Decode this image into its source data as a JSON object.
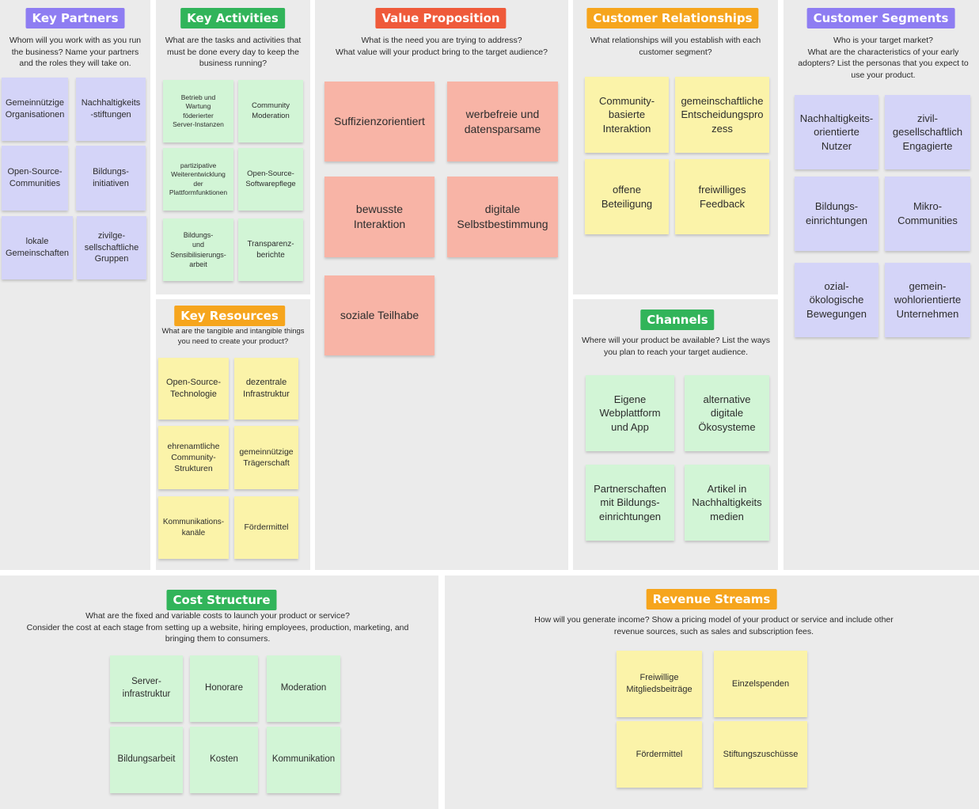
{
  "sections": {
    "key_partners": {
      "title": "Key Partners",
      "question": "Whom will you work with as you run the business? Name your partners and the roles they will take on.",
      "notes": [
        "Gemeinnützige Organisationen",
        "Nachhaltigkeits\n-stiftungen",
        "Open-Source-\nCommunities",
        "Bildungs-\ninitiativen",
        "lokale\nGemeinschaften",
        "zivilge-\nsellschaftliche\nGruppen"
      ]
    },
    "key_activities": {
      "title": "Key Activities",
      "question": "What are the tasks and activities that must be done every day to keep the business running?",
      "notes": [
        "Betrieb und\nWartung\nföderierter\nServer-Instanzen",
        "Community\nModeration",
        "partizipative\nWeiterentwicklung\nder\nPlattformfunktionen",
        "Open-Source-\nSoftwarepflege",
        "Bildungs-\nund\nSensibilisierungs-\narbeit",
        "Transparenz-\nberichte"
      ]
    },
    "key_resources": {
      "title": "Key Resources",
      "question": "What are the tangible and intangible things you need to create your product?",
      "notes": [
        "Open-Source-\nTechnologie",
        "dezentrale\nInfrastruktur",
        "ehrenamtliche\nCommunity-\nStrukturen",
        "gemeinnützige\nTrägerschaft",
        "Kommunikations-\nkanäle",
        "Fördermittel"
      ]
    },
    "value_proposition": {
      "title": "Value Proposition",
      "question": "What is the need you are trying to address?\nWhat value will your product bring to the target audience?",
      "notes": [
        "Suffizienzorientiert",
        "werbefreie und\ndatensparsame",
        "bewusste\nInteraktion",
        "digitale\nSelbstbestimmung",
        "soziale Teilhabe"
      ]
    },
    "customer_relationships": {
      "title": "Customer Relationships",
      "question": "What relationships will you establish with each customer segment?",
      "notes": [
        "Community-\nbasierte\nInteraktion",
        "gemeinschaftliche\nEntscheidungspro\nzess",
        "offene\nBeteiligung",
        "freiwilliges\nFeedback"
      ]
    },
    "channels": {
      "title": "Channels",
      "question": "Where will your product be available? List the ways you plan to reach your target audience.",
      "notes": [
        "Eigene\nWebplattform\nund App",
        "alternative\ndigitale\nÖkosysteme",
        "Partnerschaften\nmit Bildungs-\neinrichtungen",
        "Artikel in\nNachhaltigkeits\nmedien"
      ]
    },
    "customer_segments": {
      "title": "Customer Segments",
      "question": "Who is your target market?\nWhat are the characteristics of your early adopters? List the personas that you expect to use your product.",
      "notes": [
        "Nachhaltigkeits-\norientierte\nNutzer",
        "zivil-\ngesellschaftlich\nEngagierte",
        "Bildungs-\neinrichtungen",
        "Mikro-\nCommunities",
        "ozial-\nökologische\nBewegungen",
        "gemein-\nwohlorientierte\nUnternehmen"
      ]
    },
    "cost_structure": {
      "title": "Cost Structure",
      "question": "What are the fixed and variable costs to launch your product or service?\nConsider the cost at each stage from setting up a website, hiring employees, production, marketing, and bringing them to consumers.",
      "notes": [
        "Server-\ninfrastruktur",
        "Honorare",
        "Moderation",
        "Bildungsarbeit",
        "Kosten",
        "Kommunikation"
      ]
    },
    "revenue_streams": {
      "title": "Revenue Streams",
      "question": "How will you generate income? Show a pricing model of your product or service and include other revenue sources, such as sales and subscription fees.",
      "notes": [
        "Freiwillige\nMitgliedsbeiträge",
        "Einzelspenden",
        "Fördermittel",
        "Stiftungszuschüsse"
      ]
    }
  },
  "colors": {
    "panel": "#ebebeb",
    "purple_badge": "#8e7df2",
    "green_badge": "#31b45a",
    "red_badge": "#ef5a3a",
    "orange_badge": "#f6a51d",
    "purple_note": "#d4d4f8",
    "green_note": "#d2f5d6",
    "yellow_note": "#fbf3a9",
    "red_note": "#f8b4a6"
  }
}
